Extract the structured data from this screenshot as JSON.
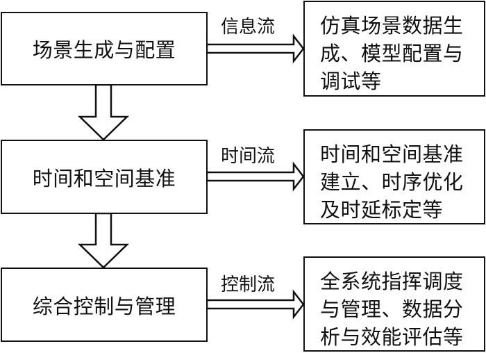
{
  "diagram": {
    "stages": [
      {
        "title": "场景生成与配置",
        "flow_label": "信息流",
        "description_lines": [
          "仿真场景数据生",
          "成、模型配置与",
          "调试等"
        ]
      },
      {
        "title": "时间和空间基准",
        "flow_label": "时间流",
        "description_lines": [
          "时间和空间基准",
          "建立、时序优化",
          "及时延标定等"
        ]
      },
      {
        "title": "综合控制与管理",
        "flow_label": "控制流",
        "description_lines": [
          "全系统指挥调度",
          "与管理、数据分",
          "析与效能评估等"
        ]
      }
    ],
    "colors": {
      "stroke": "#111111",
      "fill": "#ffffff"
    }
  }
}
